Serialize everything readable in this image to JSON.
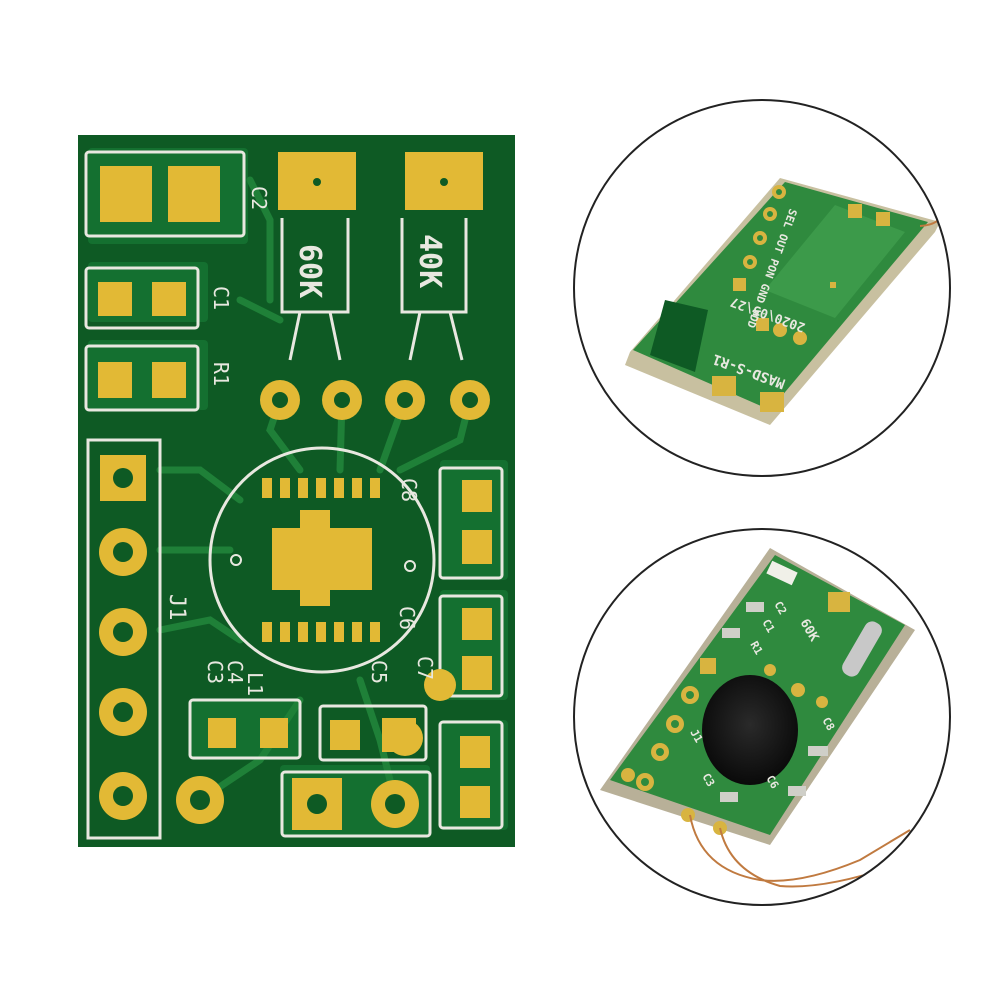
{
  "main_board": {
    "resistor_left_value": "60K",
    "resistor_right_value": "40K",
    "labels": {
      "c2": "C2",
      "c1": "C1",
      "r1": "R1",
      "c8": "C8",
      "c6": "C6",
      "c7": "C7",
      "c5": "C5",
      "c3": "C3",
      "c4": "C4",
      "l1": "L1",
      "j1": "J1"
    }
  },
  "inset_back": {
    "pin_labels": "SEL OUT PON GND VDD",
    "date_code": "2020\\05\\27",
    "model_code": "MASD-S-R1"
  },
  "inset_front": {
    "resistor_value": "60K",
    "labels": {
      "c2": "C2",
      "c1": "C1",
      "r1": "R1",
      "c8": "C8",
      "j1": "J1",
      "c3": "C3",
      "c6": "C6"
    }
  },
  "colors": {
    "pcb_green": "#0e5a24",
    "trace_green": "#1c7a34",
    "gold": "#e2b935",
    "silkscreen": "#e8e8e0",
    "inset_green": "#2f8a3e"
  }
}
